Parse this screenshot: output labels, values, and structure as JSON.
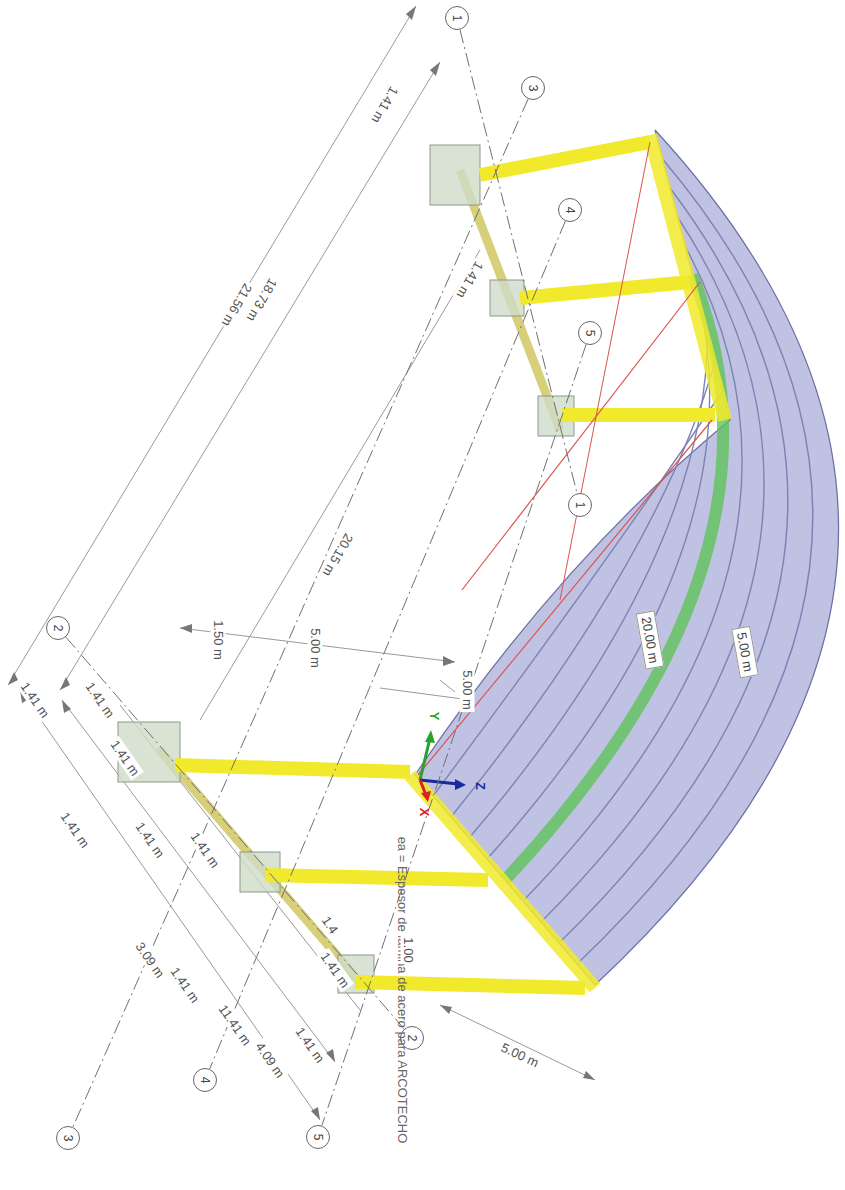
{
  "diagram": {
    "nodes": [
      {
        "text": [
          "1"
        ]
      },
      {
        "text": [
          "3"
        ]
      },
      {
        "text": [
          "4"
        ]
      },
      {
        "text": [
          "5"
        ]
      },
      {
        "text": [
          "1"
        ]
      },
      {
        "text": [
          "2"
        ]
      },
      {
        "text": [
          "2"
        ]
      },
      {
        "text": [
          "3"
        ]
      },
      {
        "text": [
          "4"
        ]
      },
      {
        "text": [
          "5"
        ]
      }
    ],
    "edges": [
      {
        "from": 0,
        "to": 4,
        "arrow": "none"
      },
      {
        "from": 5,
        "to": 6,
        "arrow": "none"
      },
      {
        "from": 1,
        "to": 7,
        "arrow": "none"
      },
      {
        "from": 2,
        "to": 8,
        "arrow": "none"
      },
      {
        "from": 3,
        "to": 9,
        "arrow": "none"
      }
    ],
    "labels": [
      "1.41 m",
      "21.56 m",
      "18.73 m",
      "1.41 m",
      "20.15 m",
      "1.50 m",
      "5.00 m",
      "5.00 m",
      "20.00 m",
      "5.00 m",
      "Y",
      "Z",
      "X",
      "ea = Espesor de lamina de acero para ARCOTECHO",
      "1.41 m",
      "1.41 m",
      "1.41 m",
      "1.41 m",
      "1.41 m",
      "1.41 m",
      "3.09 m",
      "1.41 m",
      "1.4",
      "1.41 m",
      "11.41 m",
      "4.09 m",
      "1.41 m",
      "1.00",
      "5.00 m"
    ]
  }
}
